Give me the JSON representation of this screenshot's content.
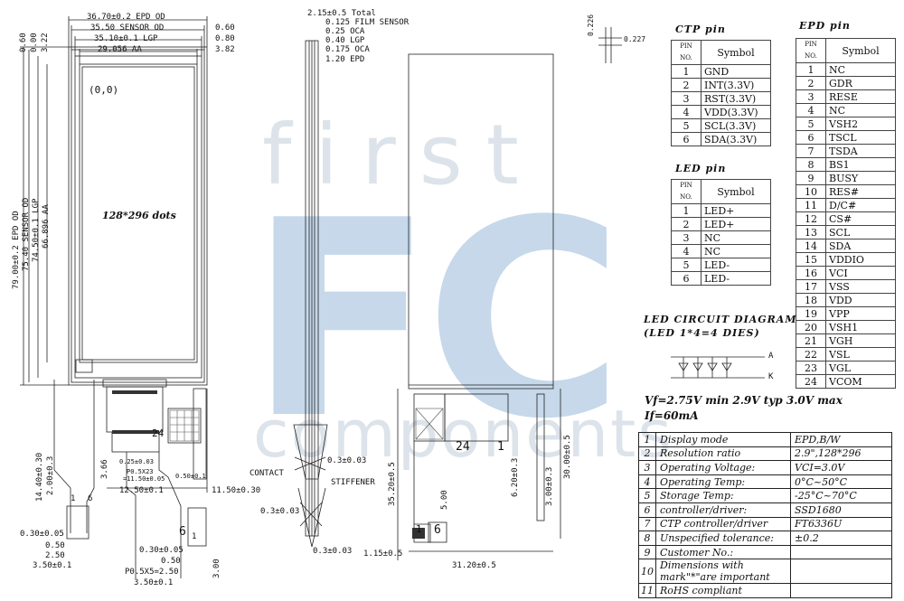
{
  "watermark": {
    "line1": "first",
    "line2": "FC",
    "line3": "components"
  },
  "front_view": {
    "origin": "(0,0)",
    "resolution": "128*296 dots",
    "dims_top": [
      "36.70±0.2 EPD OD",
      "35.50 SENSOR OD",
      "35.10±0.1 LGP",
      "29.056 AA"
    ],
    "dims_right": [
      "0.60",
      "0.80",
      "3.82"
    ],
    "dims_left_top": [
      "0.60",
      "0.00",
      "3.22"
    ],
    "dims_vertical": [
      "79.00±0.2 EPD OD",
      "75.40 SENSOR OD",
      "74.50±0.1 LGP",
      "66.896 AA"
    ],
    "dims_bottom": [
      "14.40±0.30",
      "2.00±0.3",
      "3.66",
      "0.25±0.03",
      "P0.5X23",
      "=11.50±0.05",
      "0.50±0.1",
      "12.50±0.1",
      "11.50±0.30",
      "0.30±0.05",
      "0.50",
      "2.50",
      "3.50±0.1",
      "0.30±0.05",
      "0.50",
      "P0.5X5=2.50",
      "3.50±0.1",
      "3.00"
    ],
    "pin_labels": [
      "1",
      "6",
      "24",
      "1",
      "6"
    ]
  },
  "side_view": {
    "stack": [
      "2.15±0.5 Total",
      "0.125 FILM SENSOR",
      "0.25 OCA",
      "0.40 LGP",
      "0.175 OCA",
      "1.20 EPD"
    ],
    "labels": [
      "0.3±0.03",
      "CONTACT",
      "STIFFENER",
      "0.3±0.03",
      "0.3±0.03"
    ]
  },
  "back_view": {
    "dims": [
      "35.20±0.5",
      "6.20±0.3",
      "30.00±0.5",
      "3.00±0.3",
      "5.00",
      "1.15±0.5",
      "31.20±0.5"
    ],
    "pin_labels": [
      "24",
      "1",
      "1",
      "6"
    ],
    "detail": [
      "0.226",
      "0.227"
    ]
  },
  "ctp": {
    "title": "CTP pin",
    "head_pin": "PIN",
    "head_no": "NO.",
    "head_symbol": "Symbol",
    "rows": [
      {
        "no": "1",
        "symbol": "GND"
      },
      {
        "no": "2",
        "symbol": "INT(3.3V)"
      },
      {
        "no": "3",
        "symbol": "RST(3.3V)"
      },
      {
        "no": "4",
        "symbol": "VDD(3.3V)"
      },
      {
        "no": "5",
        "symbol": "SCL(3.3V)"
      },
      {
        "no": "6",
        "symbol": "SDA(3.3V)"
      }
    ]
  },
  "led": {
    "title": "LED pin",
    "head_pin": "PIN",
    "head_no": "NO.",
    "head_symbol": "Symbol",
    "rows": [
      {
        "no": "1",
        "symbol": "LED+"
      },
      {
        "no": "2",
        "symbol": "LED+"
      },
      {
        "no": "3",
        "symbol": "NC"
      },
      {
        "no": "4",
        "symbol": "NC"
      },
      {
        "no": "5",
        "symbol": "LED-"
      },
      {
        "no": "6",
        "symbol": "LED-"
      }
    ]
  },
  "epd": {
    "title": "EPD pin",
    "head_pin": "PIN",
    "head_no": "NO.",
    "head_symbol": "Symbol",
    "rows": [
      {
        "no": "1",
        "symbol": "NC"
      },
      {
        "no": "2",
        "symbol": "GDR"
      },
      {
        "no": "3",
        "symbol": "RESE"
      },
      {
        "no": "4",
        "symbol": "NC"
      },
      {
        "no": "5",
        "symbol": "VSH2"
      },
      {
        "no": "6",
        "symbol": "TSCL"
      },
      {
        "no": "7",
        "symbol": "TSDA"
      },
      {
        "no": "8",
        "symbol": "BS1"
      },
      {
        "no": "9",
        "symbol": "BUSY"
      },
      {
        "no": "10",
        "symbol": "RES#"
      },
      {
        "no": "11",
        "symbol": "D/C#"
      },
      {
        "no": "12",
        "symbol": "CS#"
      },
      {
        "no": "13",
        "symbol": "SCL"
      },
      {
        "no": "14",
        "symbol": "SDA"
      },
      {
        "no": "15",
        "symbol": "VDDIO"
      },
      {
        "no": "16",
        "symbol": "VCI"
      },
      {
        "no": "17",
        "symbol": "VSS"
      },
      {
        "no": "18",
        "symbol": "VDD"
      },
      {
        "no": "19",
        "symbol": "VPP"
      },
      {
        "no": "20",
        "symbol": "VSH1"
      },
      {
        "no": "21",
        "symbol": "VGH"
      },
      {
        "no": "22",
        "symbol": "VSL"
      },
      {
        "no": "23",
        "symbol": "VGL"
      },
      {
        "no": "24",
        "symbol": "VCOM"
      }
    ]
  },
  "led_circuit": {
    "title1": "LED CIRCUIT DIAGRAM",
    "title2": "(LED 1*4=4 DIES)",
    "anode": "A",
    "cathode": "K",
    "vf": "Vf=2.75V min 2.9V typ 3.0V max",
    "if": "If=60mA"
  },
  "spec": [
    {
      "i": "1",
      "k": "Display mode",
      "v": "EPD,B/W"
    },
    {
      "i": "2",
      "k": "Resolution ratio",
      "v": "2.9\",128*296"
    },
    {
      "i": "3",
      "k": "Operating Voltage:",
      "v": "VCI=3.0V"
    },
    {
      "i": "4",
      "k": "Operating Temp:",
      "v": "0°C~50°C"
    },
    {
      "i": "5",
      "k": "Storage Temp:",
      "v": "-25°C~70°C"
    },
    {
      "i": "6",
      "k": "controller/driver:",
      "v": "SSD1680"
    },
    {
      "i": "7",
      "k": "CTP controller/driver",
      "v": "FT6336U"
    },
    {
      "i": "8",
      "k": "Unspecified tolerance:",
      "v": "±0.2"
    },
    {
      "i": "9",
      "k": "Customer No.:",
      "v": ""
    },
    {
      "i": "10",
      "k": "Dimensions with mark\"*\"are important",
      "v": ""
    },
    {
      "i": "11",
      "k": "RoHS compliant",
      "v": ""
    }
  ]
}
